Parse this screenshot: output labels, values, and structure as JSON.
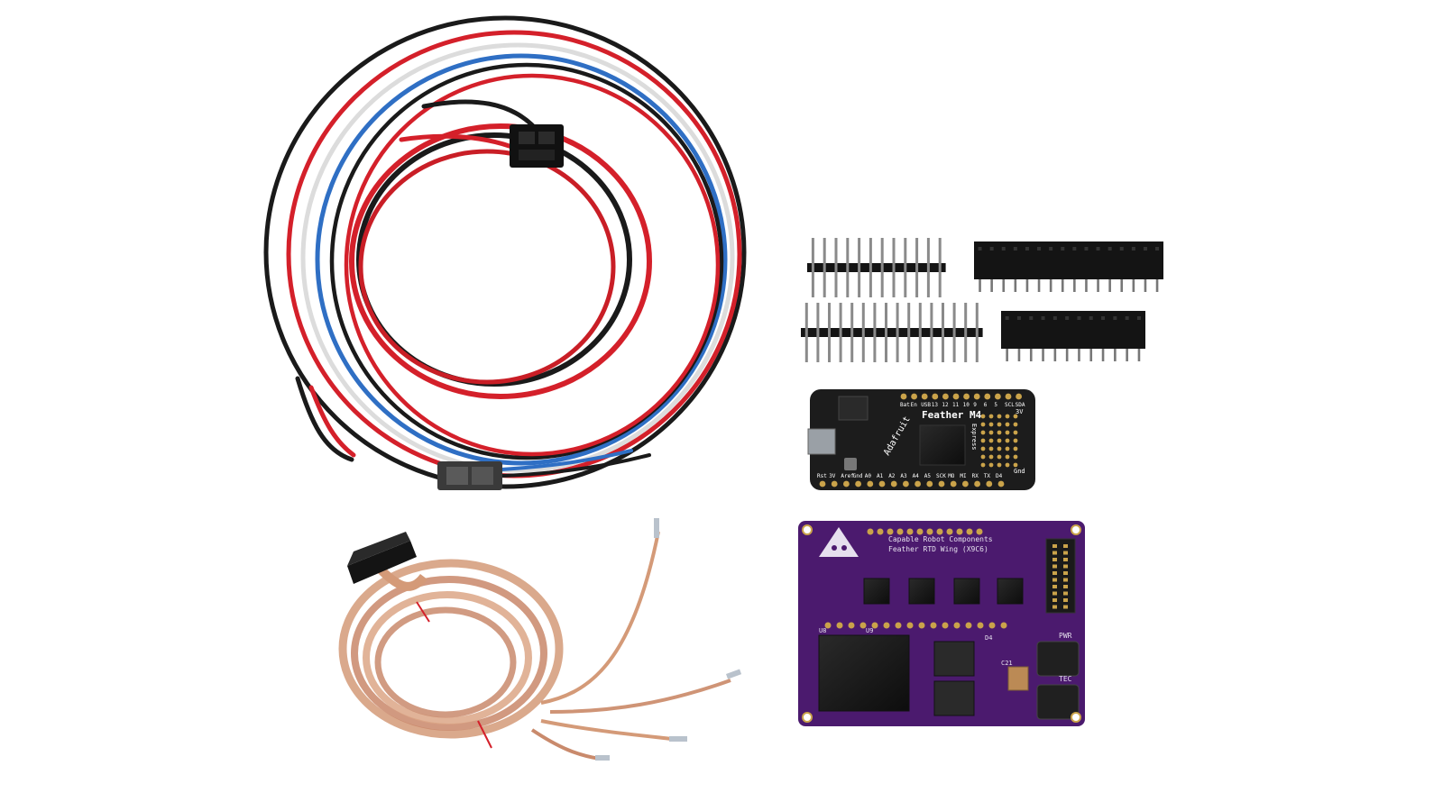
{
  "colors": {
    "background": "#ffffff",
    "wire_black": "#1a1a1a",
    "wire_red": "#d4202a",
    "wire_blue": "#2f6fc4",
    "wire_white": "#e9e9e9",
    "copper": "#d49a78",
    "feather_pcb": "#1c1c1c",
    "rtd_pcb": "#4b1a6e",
    "gold": "#caa34a"
  },
  "feather_board": {
    "brand": "Adafruit",
    "model": "Feather M4",
    "variant": "Express",
    "top_pins": [
      "Bat",
      "En",
      "USB",
      "13",
      "12",
      "11",
      "10",
      "9",
      "6",
      "5",
      "SCL",
      "SDA"
    ],
    "bottom_pins": [
      "Rst",
      "3V",
      "Aref",
      "Gnd",
      "A0",
      "A1",
      "A2",
      "A3",
      "A4",
      "A5",
      "SCK",
      "MO",
      "MI",
      "RX",
      "TX",
      "D4"
    ],
    "pin_3v": "3V",
    "pin_gnd": "Gnd"
  },
  "rtd_board": {
    "line1": "Capable Robot Components",
    "line2": "Feather RTD Wing (X9C6)",
    "pwr_label": "PWR",
    "tec_label": "TEC",
    "u8_label": "U8",
    "u9_label": "U9",
    "d4_label": "D4",
    "c21_label": "C21"
  }
}
